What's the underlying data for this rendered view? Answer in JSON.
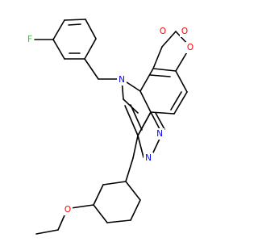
{
  "colors": {
    "bond": "#000000",
    "O": "#ff0000",
    "N": "#0000ff",
    "F": "#33cc33",
    "background": "#ffffff"
  },
  "atoms": [
    {
      "id": "O_top_left",
      "label": "O",
      "element": "O"
    },
    {
      "id": "O_top_right",
      "label": "O",
      "element": "O"
    },
    {
      "id": "O_right",
      "label": "O",
      "element": "O"
    },
    {
      "id": "F",
      "label": "F",
      "element": "F"
    },
    {
      "id": "N_ring",
      "label": "N",
      "element": "N"
    },
    {
      "id": "N_pyrazole_top",
      "label": "N",
      "element": "N"
    },
    {
      "id": "N_pyrazole_bottom",
      "label": "N",
      "element": "N"
    },
    {
      "id": "O_ethoxy",
      "label": "O",
      "element": "O"
    }
  ]
}
